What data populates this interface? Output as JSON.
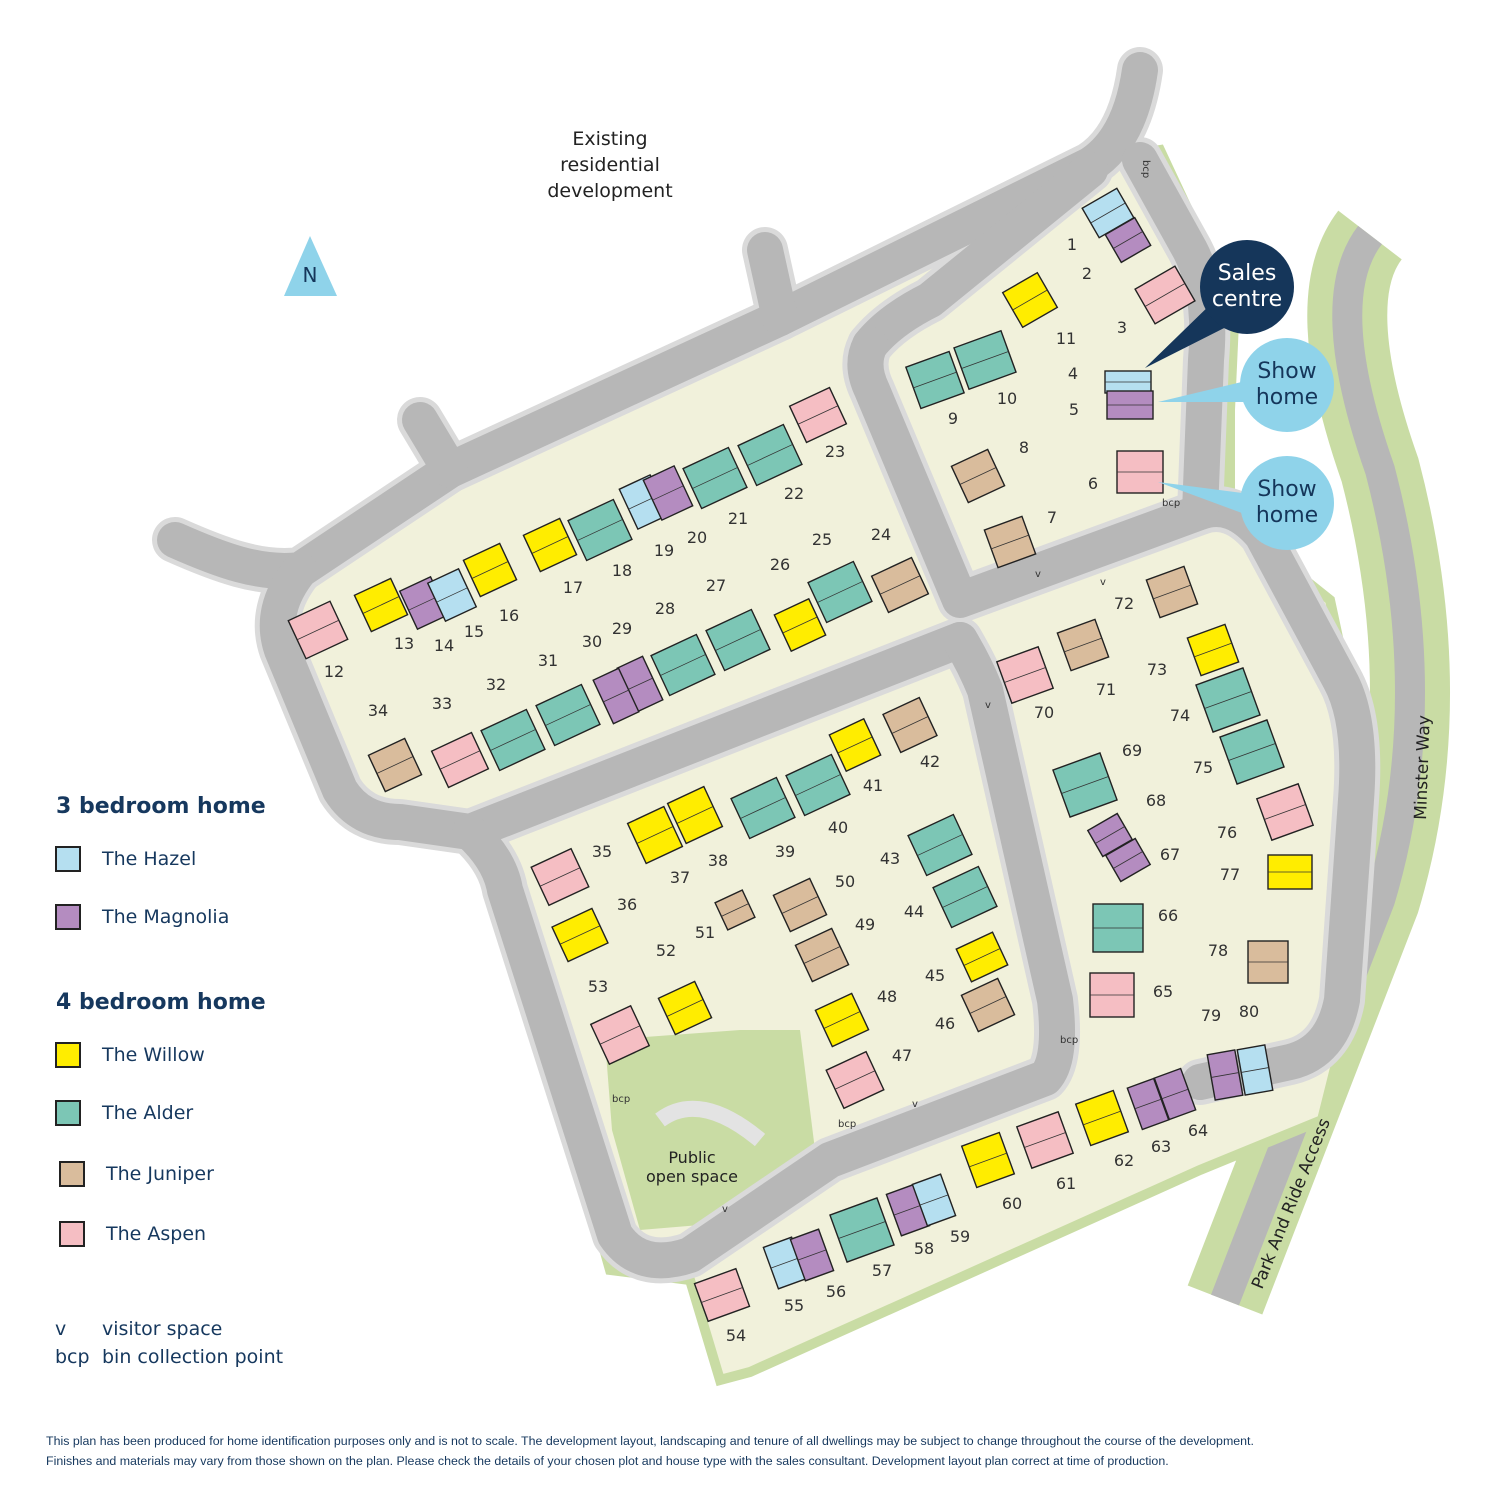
{
  "labels": {
    "existing": [
      "Existing",
      "residential",
      "development"
    ],
    "north": "N",
    "public_open_space": [
      "Public",
      "open space"
    ],
    "minster_way": "Minster Way",
    "park_ride": "Park And Ride Access",
    "sales_centre": [
      "Sales",
      "centre"
    ],
    "show_home": [
      "Show",
      "home"
    ]
  },
  "legend": {
    "groups": [
      {
        "title": "3 bedroom home",
        "items": [
          {
            "name": "The Hazel",
            "key": "H"
          },
          {
            "name": "The Magnolia",
            "key": "M"
          }
        ]
      },
      {
        "title": "4 bedroom home",
        "items": [
          {
            "name": "The Willow",
            "key": "W"
          },
          {
            "name": "The Alder",
            "key": "A"
          },
          {
            "name": "The Juniper",
            "key": "J"
          },
          {
            "name": "The Aspen",
            "key": "P"
          }
        ]
      }
    ],
    "keys": [
      {
        "symbol": "v",
        "text": "visitor space"
      },
      {
        "symbol": "bcp",
        "text": "bin collection point"
      }
    ]
  },
  "house_colors": {
    "H": "#b5dff0",
    "M": "#b48cc0",
    "W": "#ffed00",
    "A": "#7cc6b5",
    "J": "#d9bc9c",
    "P": "#f5bec3"
  },
  "colors": {
    "navy": "#15365a",
    "show": "#8fd3ea",
    "road": "#b7b7b7",
    "green": "#c9dca4",
    "plot": "#f1f1db"
  },
  "plots": [
    {
      "n": "1",
      "t": "H"
    },
    {
      "n": "2",
      "t": "M"
    },
    {
      "n": "3",
      "t": "P"
    },
    {
      "n": "4",
      "t": "H"
    },
    {
      "n": "5",
      "t": "M"
    },
    {
      "n": "6",
      "t": "P"
    },
    {
      "n": "7",
      "t": "J"
    },
    {
      "n": "8",
      "t": "J"
    },
    {
      "n": "9",
      "t": "A"
    },
    {
      "n": "10",
      "t": "A"
    },
    {
      "n": "11",
      "t": "W"
    },
    {
      "n": "12",
      "t": "P"
    },
    {
      "n": "13",
      "t": "W"
    },
    {
      "n": "14",
      "t": "M"
    },
    {
      "n": "15",
      "t": "H"
    },
    {
      "n": "16",
      "t": "W"
    },
    {
      "n": "17",
      "t": "W"
    },
    {
      "n": "18",
      "t": "A"
    },
    {
      "n": "19",
      "t": "H"
    },
    {
      "n": "20",
      "t": "M"
    },
    {
      "n": "21",
      "t": "A"
    },
    {
      "n": "22",
      "t": "A"
    },
    {
      "n": "23",
      "t": "P"
    },
    {
      "n": "24",
      "t": "J"
    },
    {
      "n": "25",
      "t": "A"
    },
    {
      "n": "26",
      "t": "W"
    },
    {
      "n": "27",
      "t": "A"
    },
    {
      "n": "28",
      "t": "A"
    },
    {
      "n": "29",
      "t": "M"
    },
    {
      "n": "30",
      "t": "M"
    },
    {
      "n": "31",
      "t": "A"
    },
    {
      "n": "32",
      "t": "A"
    },
    {
      "n": "33",
      "t": "P"
    },
    {
      "n": "34",
      "t": "J"
    },
    {
      "n": "35",
      "t": "P"
    },
    {
      "n": "36",
      "t": "W"
    },
    {
      "n": "37",
      "t": "W"
    },
    {
      "n": "38",
      "t": "W"
    },
    {
      "n": "39",
      "t": "A"
    },
    {
      "n": "40",
      "t": "A"
    },
    {
      "n": "41",
      "t": "W"
    },
    {
      "n": "42",
      "t": "J"
    },
    {
      "n": "43",
      "t": "A"
    },
    {
      "n": "44",
      "t": "A"
    },
    {
      "n": "45",
      "t": "W"
    },
    {
      "n": "46",
      "t": "J"
    },
    {
      "n": "47",
      "t": "P"
    },
    {
      "n": "48",
      "t": "W"
    },
    {
      "n": "49",
      "t": "J"
    },
    {
      "n": "50",
      "t": "J"
    },
    {
      "n": "51",
      "t": "J"
    },
    {
      "n": "52",
      "t": "W"
    },
    {
      "n": "53",
      "t": "P"
    },
    {
      "n": "54",
      "t": "P"
    },
    {
      "n": "55",
      "t": "H"
    },
    {
      "n": "56",
      "t": "M"
    },
    {
      "n": "57",
      "t": "A"
    },
    {
      "n": "58",
      "t": "M"
    },
    {
      "n": "59",
      "t": "H"
    },
    {
      "n": "60",
      "t": "W"
    },
    {
      "n": "61",
      "t": "P"
    },
    {
      "n": "62",
      "t": "W"
    },
    {
      "n": "63",
      "t": "M"
    },
    {
      "n": "64",
      "t": "M"
    },
    {
      "n": "65",
      "t": "P"
    },
    {
      "n": "66",
      "t": "A"
    },
    {
      "n": "67",
      "t": "M"
    },
    {
      "n": "68",
      "t": "M"
    },
    {
      "n": "69",
      "t": "A"
    },
    {
      "n": "70",
      "t": "P"
    },
    {
      "n": "71",
      "t": "J"
    },
    {
      "n": "72",
      "t": "J"
    },
    {
      "n": "73",
      "t": "W"
    },
    {
      "n": "74",
      "t": "A"
    },
    {
      "n": "75",
      "t": "A"
    },
    {
      "n": "76",
      "t": "P"
    },
    {
      "n": "77",
      "t": "W"
    },
    {
      "n": "78",
      "t": "J"
    },
    {
      "n": "79",
      "t": "M"
    },
    {
      "n": "80",
      "t": "H"
    }
  ],
  "disclaimer": [
    "This plan has been produced for home identification purposes only and is not to scale. The development layout, landscaping and tenure of all dwellings may be subject to change throughout the course of the development.",
    "Finishes and materials may vary from those shown on the plan. Please check the details of your chosen plot and house type with the sales consultant. Development layout plan correct at time of production."
  ]
}
